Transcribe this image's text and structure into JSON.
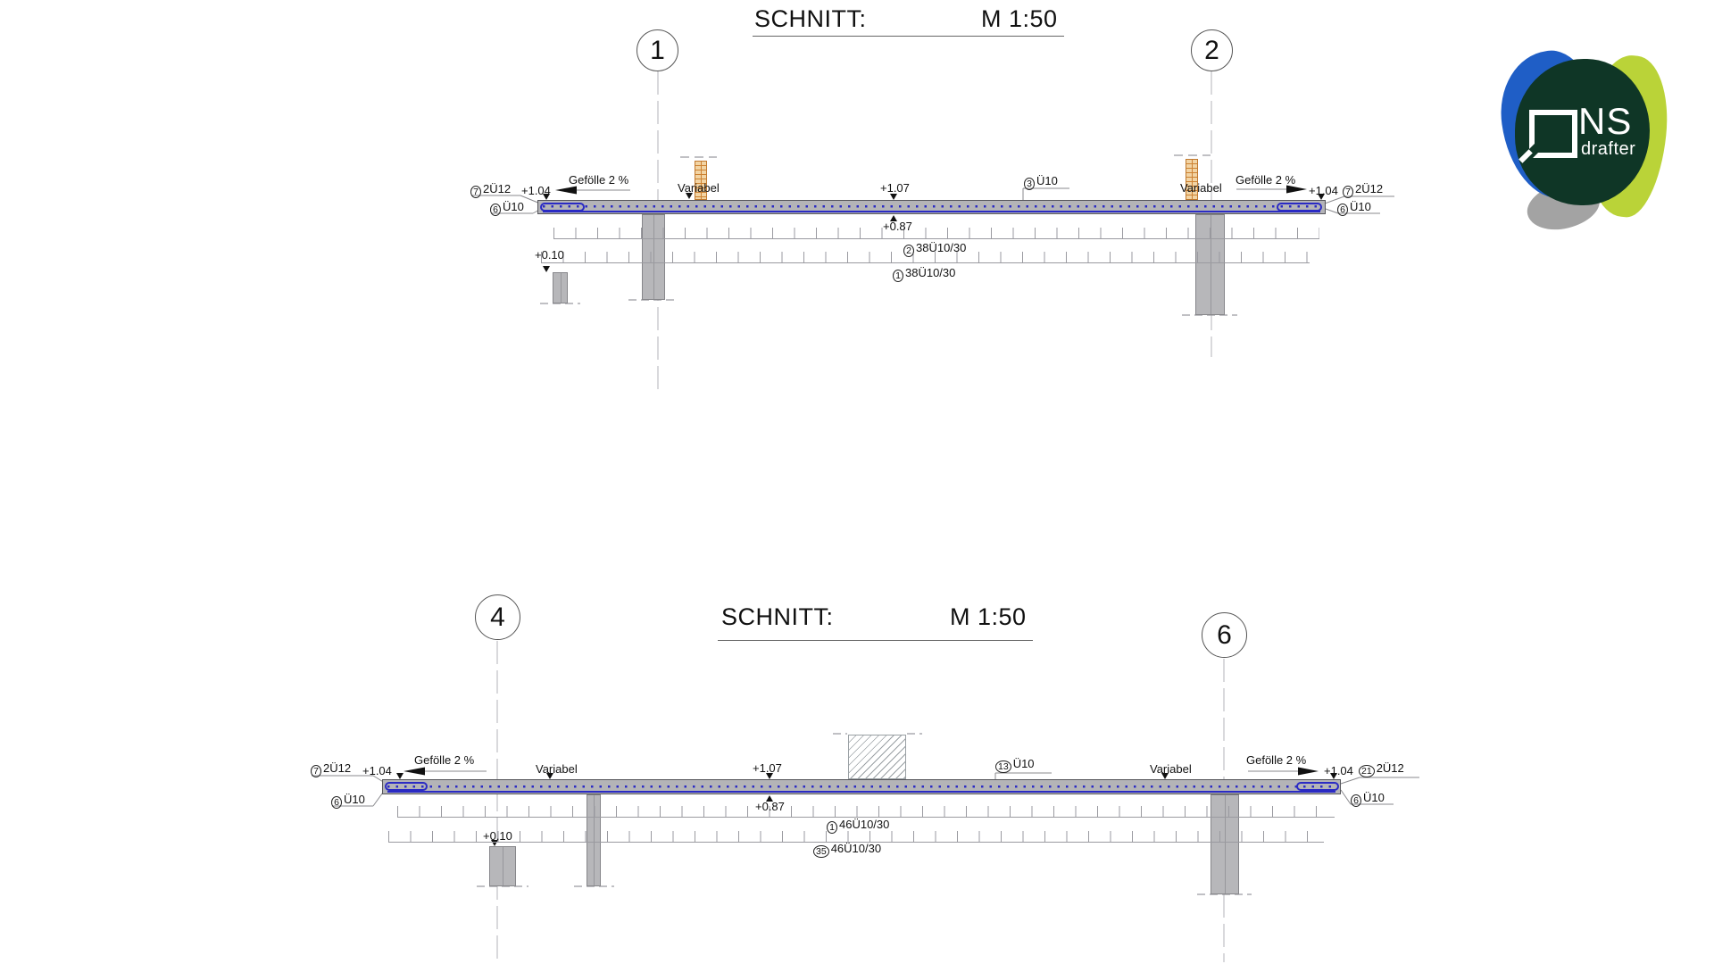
{
  "logo": {
    "name": "NS",
    "sub": "drafter",
    "colors": {
      "blue": "#1f5ec6",
      "dark_green": "#0f3626",
      "light_green": "#bad338",
      "gray": "#a3a3a3"
    }
  },
  "sections": [
    {
      "title": "SCHNITT:",
      "scale": "M 1:50",
      "cut_left": "1",
      "cut_right": "2",
      "callouts": {
        "left_top_num": "7",
        "left_top_text": "2Ü12",
        "left_level": "+1.04",
        "left_slope": "Gefölle 2 %",
        "left_bot_num": "6",
        "left_bot_text": "Ü10",
        "wall_left": "Variabel",
        "level_top": "+1.07",
        "top_bar_num": "3",
        "top_bar_text": "Ü10",
        "level_bottom": "+0.87",
        "wall_right": "Variabel",
        "right_slope": "Gefölle 2 %",
        "right_level": "+1.04",
        "right_top_num": "7",
        "right_top_text": "2Ü12",
        "right_bot_num": "6",
        "right_bot_text": "Ü10",
        "dim_row1_num": "2",
        "dim_row1_text": "38Ü10/30",
        "dim_row2_num": "1",
        "dim_row2_text": "38Ü10/30",
        "ground": "+0.10"
      }
    },
    {
      "title": "SCHNITT:",
      "scale": "M 1:50",
      "cut_left": "4",
      "cut_right": "6",
      "callouts": {
        "left_top_num": "7",
        "left_top_text": "2Ü12",
        "left_level": "+1.04",
        "left_slope": "Gefölle 2 %",
        "left_bot_num": "6",
        "left_bot_text": "Ü10",
        "wall_left": "Variabel",
        "level_top": "+1.07",
        "top_bar_num": "13",
        "top_bar_text": "Ü10",
        "level_bottom": "+0.87",
        "wall_right": "Variabel",
        "right_slope": "Gefölle 2 %",
        "right_level": "+1.04",
        "right_top_num": "21",
        "right_top_text": "2Ü12",
        "right_bot_num": "6",
        "right_bot_text": "Ü10",
        "dim_row1_num": "1",
        "dim_row1_text": "46Ü10/30",
        "dim_row2_num": "35",
        "dim_row2_text": "46Ü10/30",
        "ground": "+0.10"
      }
    }
  ]
}
